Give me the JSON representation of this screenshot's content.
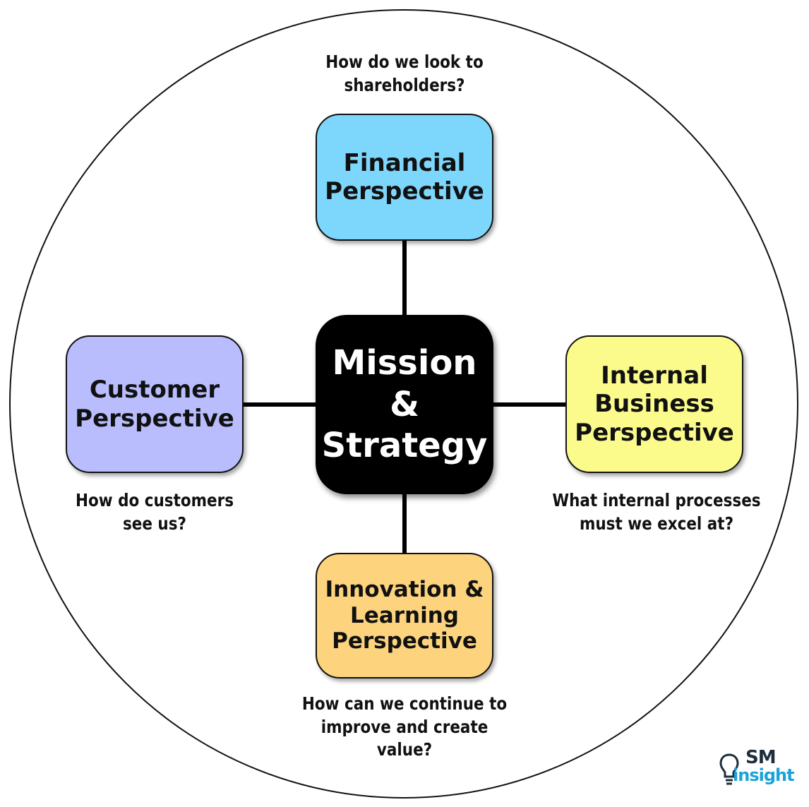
{
  "center": {
    "lines": [
      "Mission",
      "&",
      "Strategy"
    ]
  },
  "perspectives": {
    "financial": {
      "title": [
        "Financial",
        "Perspective"
      ],
      "question": [
        "How do we look to",
        "shareholders?"
      ],
      "color": "#7dd6fc"
    },
    "customer": {
      "title": [
        "Customer",
        "Perspective"
      ],
      "question": [
        "How do customers",
        "see us?"
      ],
      "color": "#b9bdfd"
    },
    "internal": {
      "title": [
        "Internal",
        "Business",
        "Perspective"
      ],
      "question": [
        "What internal processes",
        "must we excel at?"
      ],
      "color": "#fbfb8c"
    },
    "innovation": {
      "title": [
        "Innovation &",
        "Learning",
        "Perspective"
      ],
      "question": [
        "How can we continue to",
        "improve and create value?"
      ],
      "color": "#fdd47d"
    }
  },
  "logo": {
    "brand_top": "SM",
    "brand_bottom": "insight",
    "icon": "lightbulb-icon"
  }
}
